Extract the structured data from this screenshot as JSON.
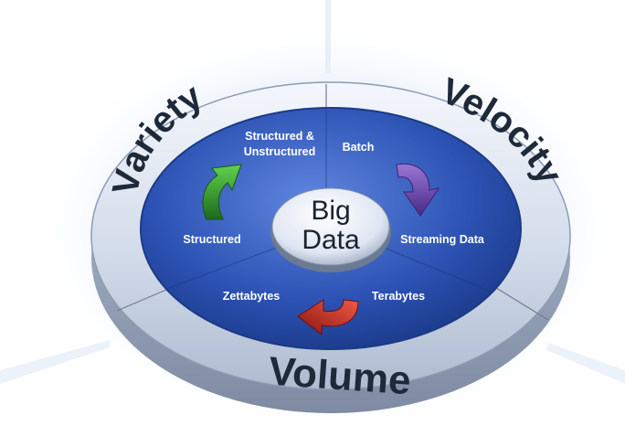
{
  "center": {
    "line1": "Big",
    "line2": "Data"
  },
  "ring": {
    "variety": "Variety",
    "velocity": "Velocity",
    "volume": "Volume"
  },
  "inner": {
    "structured_unstructured_1": "Structured &",
    "structured_unstructured_2": "Unstructured",
    "batch": "Batch",
    "structured": "Structured",
    "streaming": "Streaming Data",
    "zettabytes": "Zettabytes",
    "terabytes": "Terabytes"
  },
  "colors": {
    "variety_arrow": "#2f9a2a",
    "velocity_arrow": "#6a3fa0",
    "volume_arrow": "#c0241c",
    "inner_disc": "#2a4fb0",
    "ring": "#c9d4e6"
  },
  "icons": [
    "curved-arrow-green-icon",
    "curved-arrow-purple-icon",
    "curved-arrow-red-icon"
  ]
}
